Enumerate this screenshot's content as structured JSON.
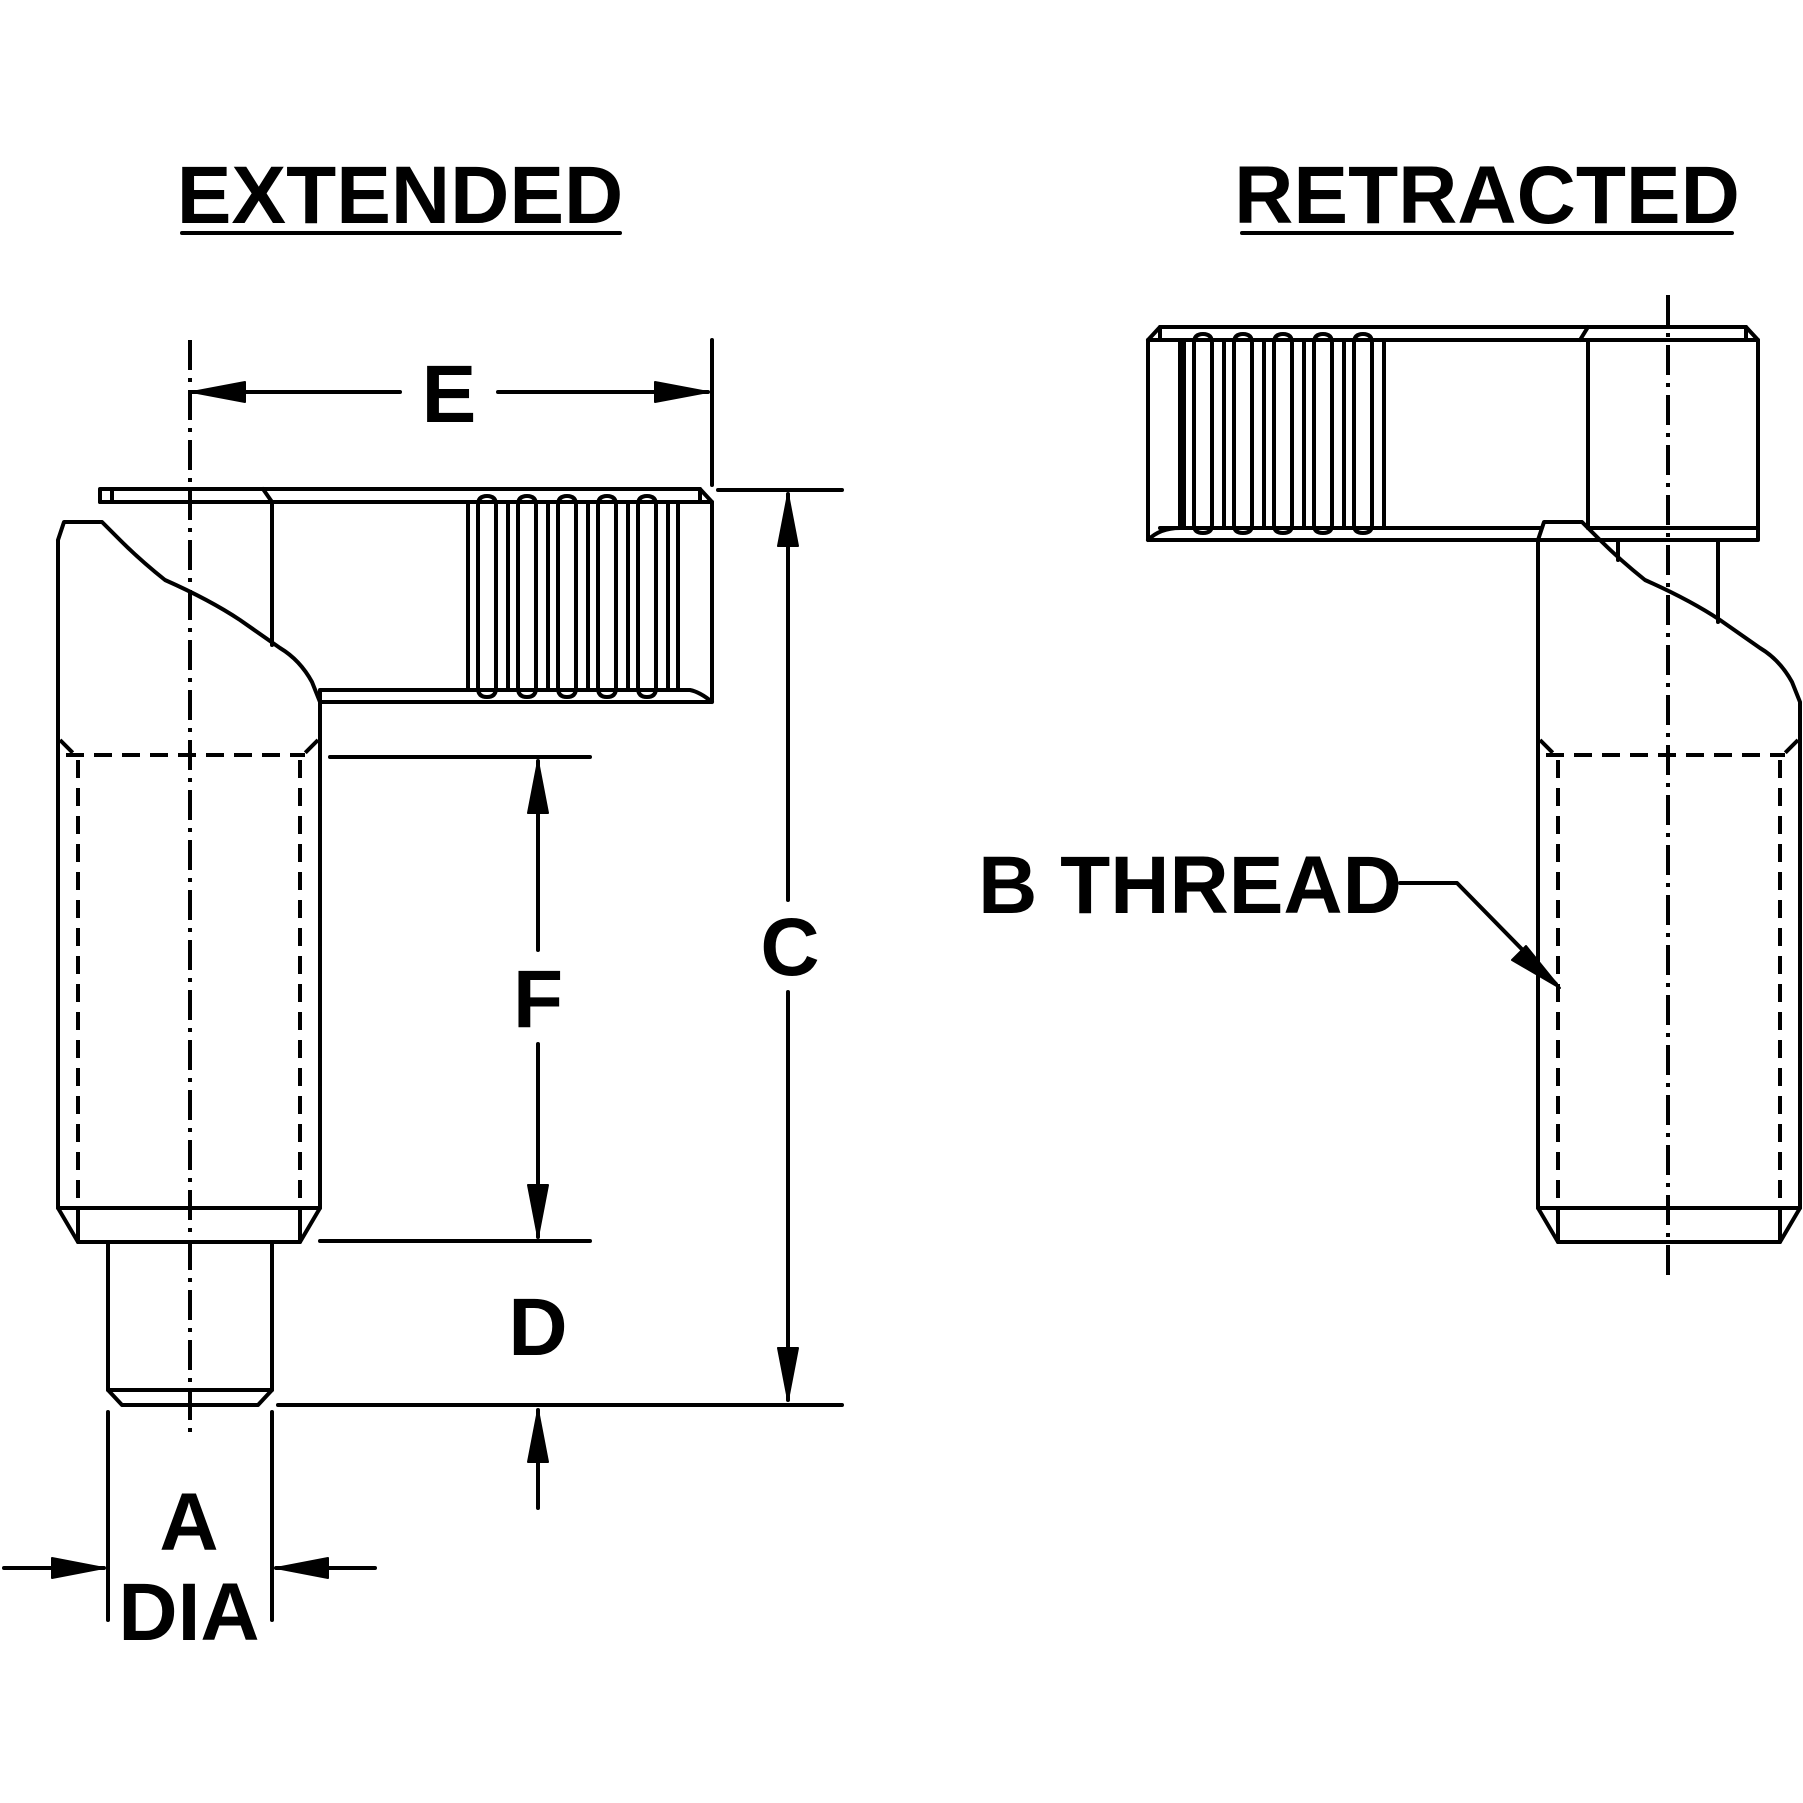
{
  "titles": {
    "extended": "EXTENDED",
    "retracted": "RETRACTED"
  },
  "dimensions": {
    "a": "A",
    "dia": "DIA",
    "b_thread": "B THREAD",
    "c": "C",
    "d": "D",
    "e": "E",
    "f": "F"
  }
}
